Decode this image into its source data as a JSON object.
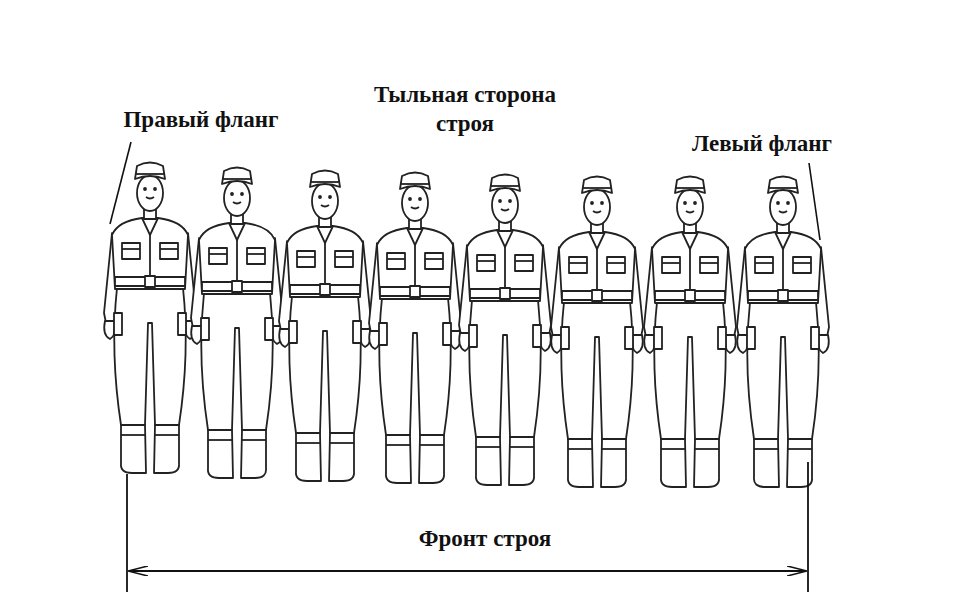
{
  "diagram": {
    "labels": [
      "Правый фланг",
      "Тыльная сторона строя",
      "Левый фланг",
      "Фронт строя"
    ]
  }
}
